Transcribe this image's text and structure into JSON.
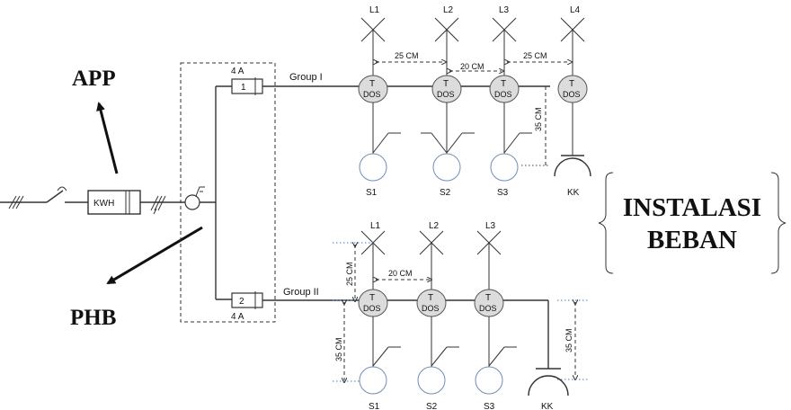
{
  "left_labels": {
    "app": "APP",
    "phb": "PHB"
  },
  "kwh_label": "KWH",
  "group1": {
    "name": "Group I",
    "breaker_number": "1",
    "breaker_rating": "4 A",
    "lamps": [
      "L1",
      "L2",
      "L3",
      "L4"
    ],
    "switches": [
      "S1",
      "S2",
      "S3"
    ],
    "socket": "KK",
    "dims": [
      "25 CM",
      "20 CM",
      "25 CM",
      "35 CM"
    ]
  },
  "group2": {
    "name": "Group II",
    "breaker_number": "2",
    "breaker_rating": "4 A",
    "lamps": [
      "L1",
      "L2",
      "L3"
    ],
    "switches": [
      "S1",
      "S2",
      "S3"
    ],
    "socket": "KK",
    "dims": [
      "25 CM",
      "20 CM",
      "35 CM",
      "35 CM"
    ]
  },
  "dos": {
    "top": "T",
    "bottom": "DOS"
  },
  "instalasi": {
    "line1": "INSTALASI",
    "line2": "BEBAN"
  }
}
